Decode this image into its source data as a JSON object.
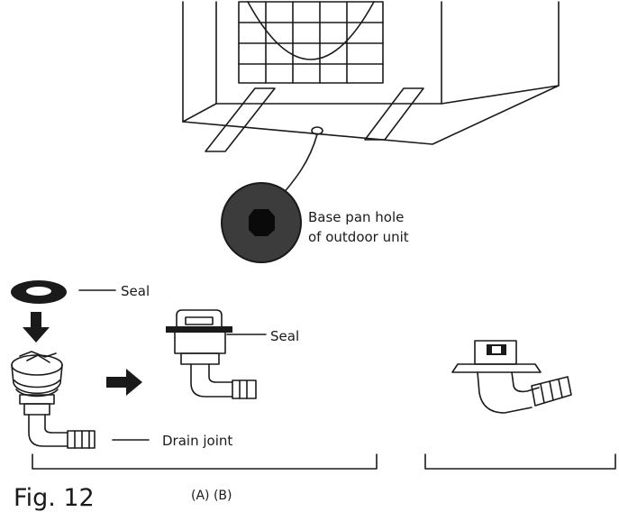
{
  "labels": {
    "base_pan_hole_line1": "Base pan hole",
    "base_pan_hole_line2": "of outdoor unit",
    "seal_top": "Seal",
    "seal_assembled": "Seal",
    "drain_joint": "Drain joint",
    "figure_caption": "Fig. 12",
    "sub_labels": "(A) (B)"
  }
}
